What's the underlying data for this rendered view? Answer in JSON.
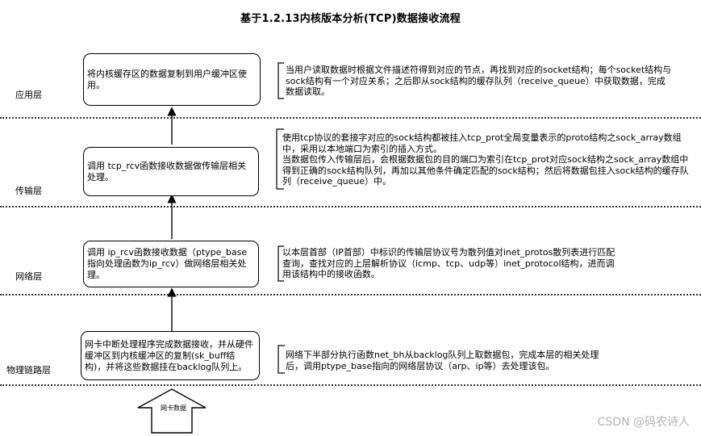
{
  "title": "基于1.2.13内核版本分析(TCP)数据接收流程",
  "layers": {
    "app": "应用层",
    "transport": "传输层",
    "network": "网络层",
    "link": "物理链路层"
  },
  "boxes": {
    "app": "将内核缓存区的数据复制到用户缓冲区使用。",
    "transport": "调用 tcp_rcv函数接收数据做传输层相关处理。",
    "network": "调用 ip_rcv函数接收数据（ptype_base指向处理函数为ip_rcv）做网络层相关处理。",
    "link": "网卡中断处理程序完成数据接收，并从硬件缓冲区到内核缓冲区的复制(sk_buff结构)，并将这些数据挂在backlog队列上。"
  },
  "notes": {
    "app": "当用户读取数据时根据文件描述符得到对应的节点，再找到对应的socket结构；每个socket结构与sock结构有一个对应关系；之后即从sock结构的缓存队列（receive_queue）中获取数据，完成数据读取。",
    "transport": "使用tcp协议的套接字对应的sock结构都被挂入tcp_prot全局变量表示的proto结构之sock_array数组中，采用以本地端口为索引的插入方式。\n当数据包传入传输层后，会根据数据包的目的端口为索引在tcp_prot对应sock结构之sock_array数组中得到正确的sock结构队列，再加以其他条件确定匹配的sock结构；然后将数据包挂入sock结构的缓存队列（receive_queue）中。",
    "network": "以本层首部（IP首部）中标识的传输层协议号为散列值对inet_protos散列表进行匹配查询，查找对应的上层解析协议（icmp、tcp、udp等）inet_protocol结构，进而调用该结构中的接收函数。",
    "link": "网络下半部分执行函数net_bh从backlog队列上取数据包，完成本层的相关处理后，调用ptype_base指向的网络层协议（arp、ip等）去处理该包。"
  },
  "nic": "网卡数据",
  "watermark": "CSDN @码农诗人"
}
